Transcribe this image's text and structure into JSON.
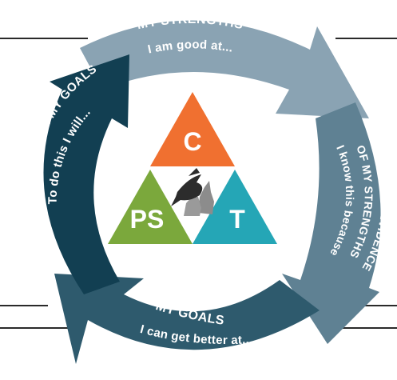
{
  "segments": {
    "strengths": {
      "title": "MY STRENGTHS",
      "subtitle": "I am good at...",
      "color": "#8aa3b3"
    },
    "evidence": {
      "title_line1": "EXAMPLES & EVIDENCE",
      "title_line2": "OF MY STRENGTHS",
      "subtitle": "I know this because",
      "color": "#5f8193"
    },
    "goals": {
      "title": "MY GOALS",
      "subtitle": "I can get better at...",
      "color": "#2e5a6d"
    },
    "plan": {
      "title": "MY PLAN TO REACH MY GOALS",
      "subtitle": "To do this I will...",
      "color": "#123f52"
    }
  },
  "triangle": {
    "top": {
      "letter": "C",
      "color": "#f07030"
    },
    "left": {
      "letter": "PS",
      "color": "#7ba83c"
    },
    "right": {
      "letter": "T",
      "color": "#25a6b6"
    },
    "center_icon": "raven-and-wolf-icon"
  },
  "lines_color": "#2a2a2a"
}
